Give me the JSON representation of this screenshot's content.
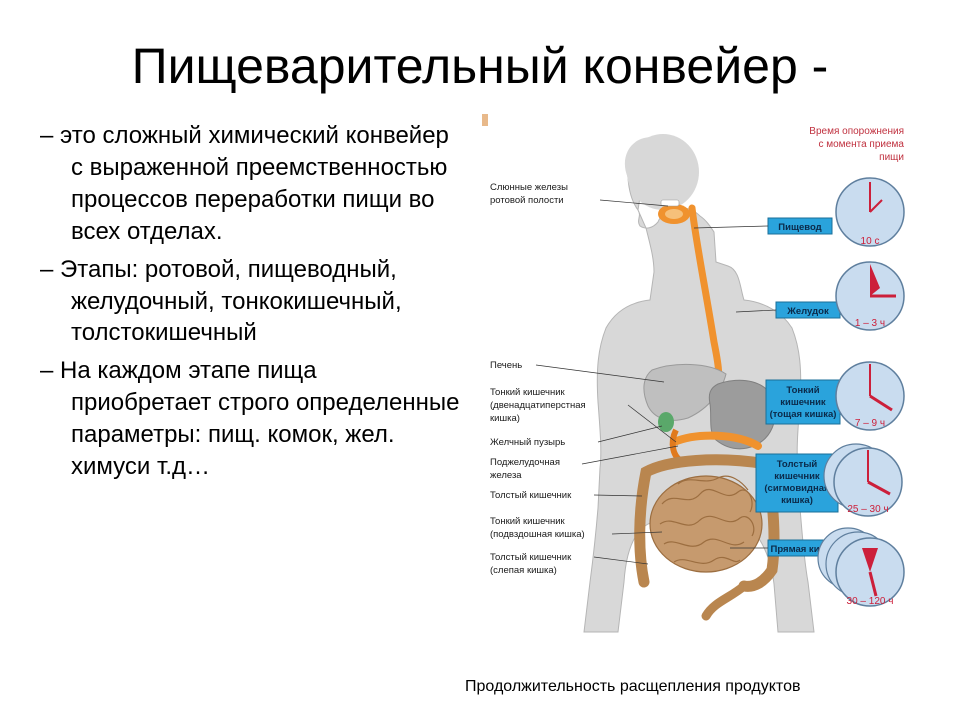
{
  "slide": {
    "title": "Пищеварительный конвейер -",
    "bullets": [
      "это сложный химический конвейер с выраженной преемственностью процессов переработки пищи во всех отделах.",
      "Этапы: ротовой, пищеводный, желудочный, тонкокишечный, толстокишечный",
      "На каждом этапе пища приобретает строго определенные параметры: пищ. комок, жел. химуси т.д…"
    ],
    "caption": "Продолжительность расщепления продуктов"
  },
  "figure": {
    "header": [
      "Время опорожнения",
      "с момента приема",
      "пищи"
    ],
    "left_labels": {
      "salivary": [
        "Слюнные железы",
        "ротовой полости"
      ],
      "liver": "Печень",
      "duodenum": [
        "Тонкий кишечник",
        "(двенадцатиперстная",
        "кишка)"
      ],
      "gallbladder": "Желчный пузырь",
      "pancreas": [
        "Поджелудочная",
        "железа"
      ],
      "colon": "Толстый кишечник",
      "ileum": [
        "Тонкий кишечник",
        "(подвздошная кишка)"
      ],
      "cecum": [
        "Толстый кишечник",
        "(слепая кишка)"
      ]
    },
    "right_labels": {
      "esophagus": "Пищевод",
      "stomach": "Желудок",
      "jejunum": [
        "Тонкий",
        "кишечник",
        "(тощая кишка)"
      ],
      "sigmoid": [
        "Толстый",
        "кишечник",
        "(сигмовидная",
        "кишка)"
      ],
      "rectum": "Прямая кишка"
    },
    "clocks": [
      "10 с",
      "1 – 3 ч",
      "7 – 9 ч",
      "25 – 30 ч",
      "30 – 120 ч"
    ],
    "colors": {
      "body": "#d9d9d9",
      "organ_orange": "#f0922e",
      "intestine": "#c69a6e",
      "label_box": "#2aa3dc",
      "clock_face": "#c9dcef",
      "clock_hand": "#cc1f3a",
      "header_text": "#c0313f"
    }
  }
}
